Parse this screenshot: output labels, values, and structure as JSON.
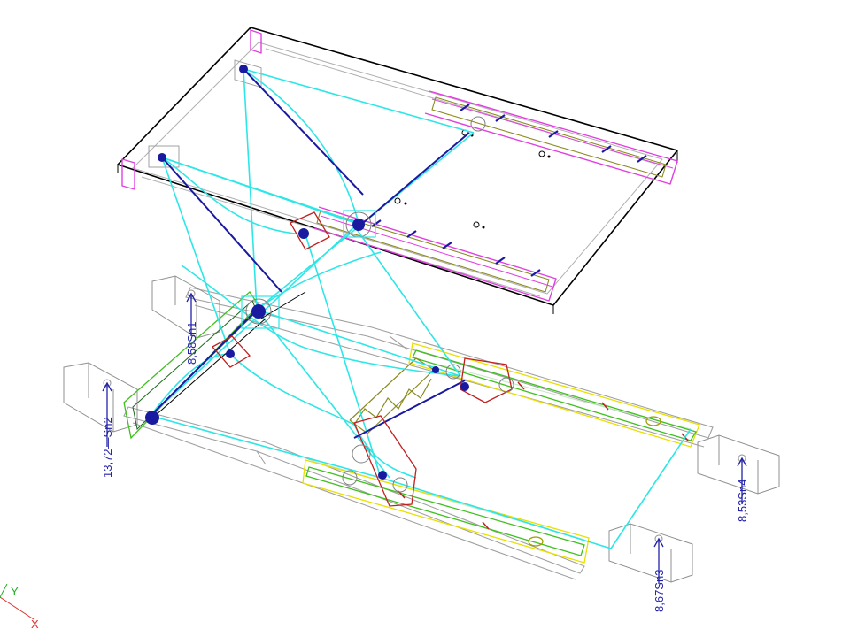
{
  "reaction_labels": [
    {
      "value": "13,72",
      "support": "Sn2"
    },
    {
      "value": "8,58",
      "support": "Sn1"
    },
    {
      "value": "8,53",
      "support": "Sn4"
    },
    {
      "value": "8,67",
      "support": "Sn3"
    }
  ],
  "axes": {
    "x": "X",
    "y": "Y"
  },
  "colors": {
    "frame_gray": "#a0a0a0",
    "cylinder_cyan": "#2ee6e6",
    "beam_magenta": "#e040e0",
    "beam_green": "#40c020",
    "beam_yellow": "#e8e000",
    "beam_olive": "#8a8a20",
    "link_blue": "#1a1aa0",
    "bracket_red": "#c02020",
    "label_blue": "#2222aa",
    "axis_x": "#e03030",
    "axis_y": "#20b020"
  }
}
